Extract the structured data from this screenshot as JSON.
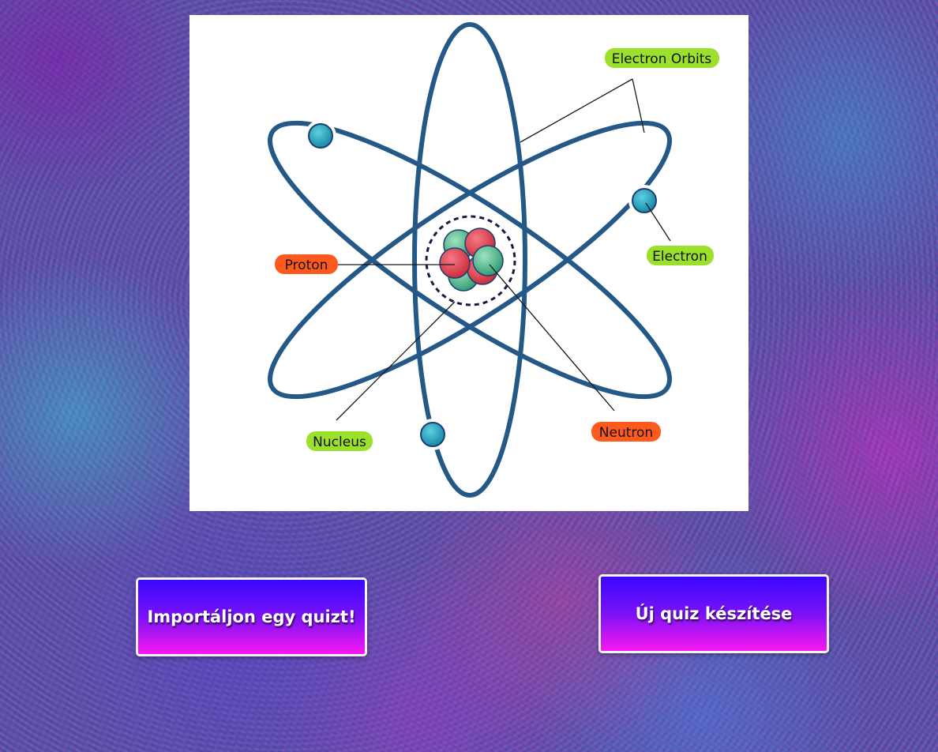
{
  "diagram": {
    "labels": {
      "electron_orbits": "Electron Orbits",
      "electron": "Electron",
      "proton": "Proton",
      "nucleus": "Nucleus",
      "neutron": "Neutron"
    },
    "colors": {
      "orbit": "#245987",
      "electron": "#1f97b4",
      "proton": "#e0414f",
      "neutron": "#3fae82",
      "label_green": "#9be02a",
      "label_orange": "#ff5a1e"
    }
  },
  "buttons": {
    "import_quiz": "Importáljon egy quizt!",
    "new_quiz": "Új quiz készítése"
  }
}
